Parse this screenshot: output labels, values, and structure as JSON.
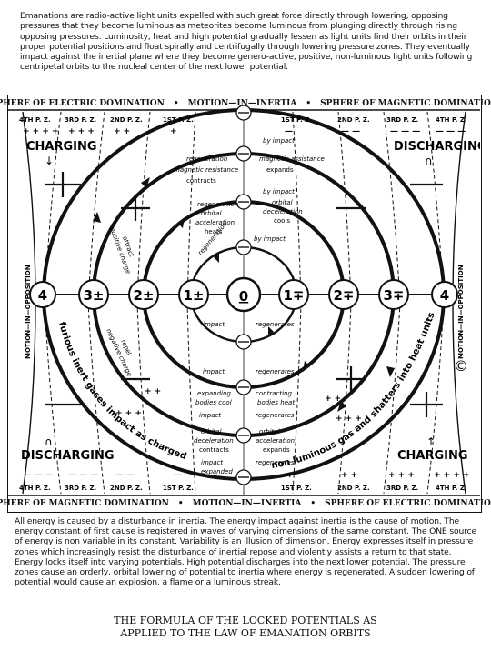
{
  "top_note": "Emanations are radio-active light units expelled with such great force directly through lowering, opposing pressures that they become luminous as meteorites become luminous from plunging directly through rising opposing pressures. Luminosity, heat and high potential gradually lessen as light units find their orbits in their proper potential positions and float spirally and centrifugally through lowering pressure zones. They eventually impact against the inertial plane where they become genero-active, positive, non-luminous light units following centripetal orbits to the nucleal center of the next lower potential.",
  "band_top": [
    "SPHERE OF ELECTRIC DOMINATION",
    "MOTION—IN—INERTIA",
    "SPHERE OF MAGNETIC DOMINATION"
  ],
  "band_bottom": [
    "SPHERE OF MAGNETIC DOMINATION",
    "MOTION—IN—INERTIA",
    "SPHERE OF ELECTRIC DOMINATION"
  ],
  "pz_top": [
    "4TH P. Z.",
    "3RD P. Z.",
    "2ND P. Z.",
    "1ST P. Z.",
    "1ST P. Z.",
    "2ND P. Z.",
    "3RD P. Z.",
    "4TH P. Z."
  ],
  "pz_bottom": [
    "4TH P. Z.",
    "3RD P. Z.",
    "2ND P. Z.",
    "1ST P. Z.",
    "1ST P. Z.",
    "2ND P. Z.",
    "3RD P. Z.",
    "4TH P. Z."
  ],
  "corners": {
    "charging_top": "CHARGING",
    "discharging_top": "DISCHARGING",
    "discharging_bottom": "DISCHARGING",
    "charging_bottom": "CHARGING"
  },
  "side_label": "MOTION—IN—OPPOSITION",
  "nodes": [
    "4",
    "3±",
    "2±",
    "1±",
    "0",
    "1∓",
    "2∓",
    "3∓",
    "4"
  ],
  "center_node": "0",
  "labels": {
    "by_impact_1": "by impact",
    "magnetic_assistance": "magnetic assistance",
    "expands": "expands",
    "regeneration": "regeneration",
    "magnetic_resistance": "magnetic resistance",
    "contracts": "contracts",
    "by_impact_2": "by impact",
    "orbital_1": "orbital",
    "deceleration": "deceleration",
    "cools": "cools",
    "regeneration_2": "regeneration",
    "orbital_2": "orbital",
    "acceleration": "acceleration",
    "heats": "heats",
    "by_impact_3": "by impact",
    "positive_charge": "positive charge",
    "attract": "attract",
    "regeneration_3": "regeneration",
    "impact_1": "impact",
    "regenerates_1": "regenerates",
    "impact_2": "impact",
    "regenerates_2": "regenerates",
    "expanding": "expanding",
    "bodies_cool": "bodies cool",
    "contracting": "contracting",
    "bodies_heat": "bodies heat",
    "impact_3": "impact",
    "regenerates_3": "regenerates",
    "orbital_3": "orbital",
    "deceleration_2": "deceleration",
    "contracts_2": "contracts",
    "orbital_4": "orbital",
    "acceleration_2": "acceleration",
    "expands_2": "expands",
    "impact_4": "impact",
    "regenerates_4": "regenerates",
    "expanded": "expanded",
    "negative_charge": "negative charge",
    "repel": "repel",
    "left_arc_text": "furious inert gases impact as charged",
    "right_arc_text": "non luminous gas and shatters into heat units"
  },
  "copyright": "©",
  "bottom_note": "All energy is caused by a disturbance in inertia. The energy impact against inertia is the cause of motion. The energy constant of first cause is registered in waves of varying dimensions of the same constant. The ONE source of energy is non variable in its constant. Variability is an illusion of dimension. Energy expresses itself in pressure zones which increasingly resist the disturbance of inertial repose and violently assists a return to that state. Energy locks itself into varying potentials. High potential discharges into the next lower potential. The pressure zones cause an orderly, orbital lowering of potential to inertia where energy is regenerated. A sudden lowering of potential would cause an explosion, a flame or a luminous streak.",
  "caption_line1": "THE FORMULA OF THE LOCKED POTENTIALS AS",
  "caption_line2": "APPLIED TO THE LAW OF EMANATION ORBITS"
}
